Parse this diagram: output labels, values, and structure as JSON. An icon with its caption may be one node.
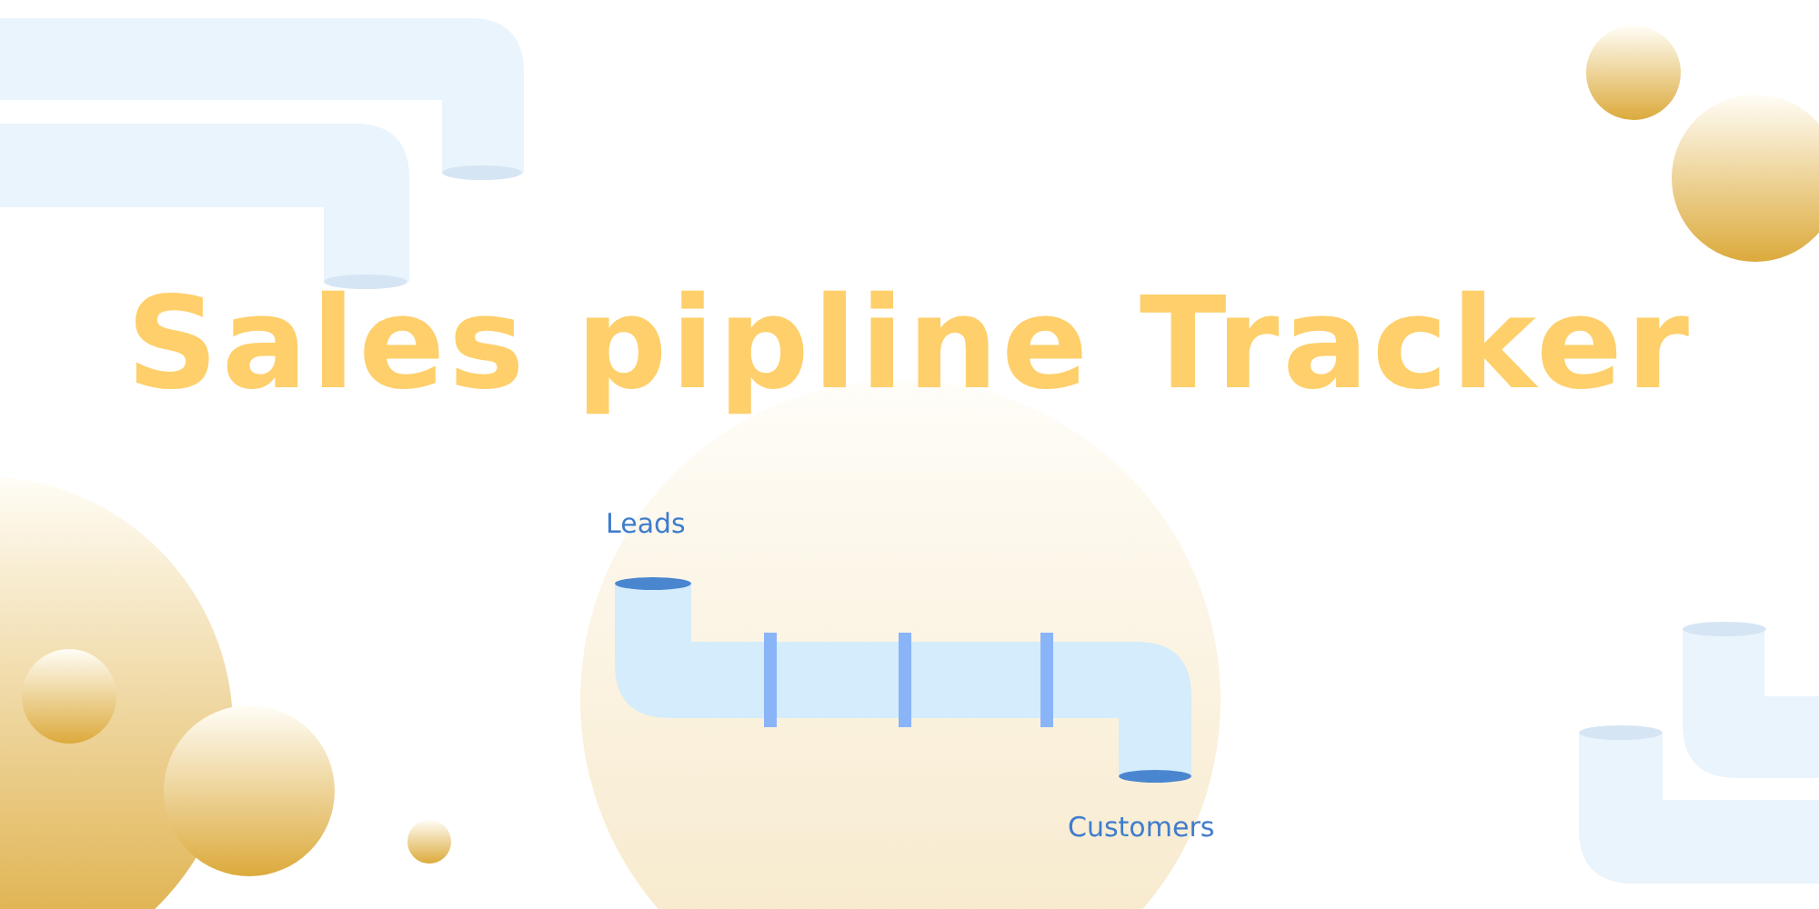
{
  "diagram": {
    "title": "Sales pipline Tracker",
    "nodes": [
      {
        "text": [],
        "shape": "picture",
        "beside": [
          "Leads",
          "Customers"
        ]
      }
    ]
  }
}
